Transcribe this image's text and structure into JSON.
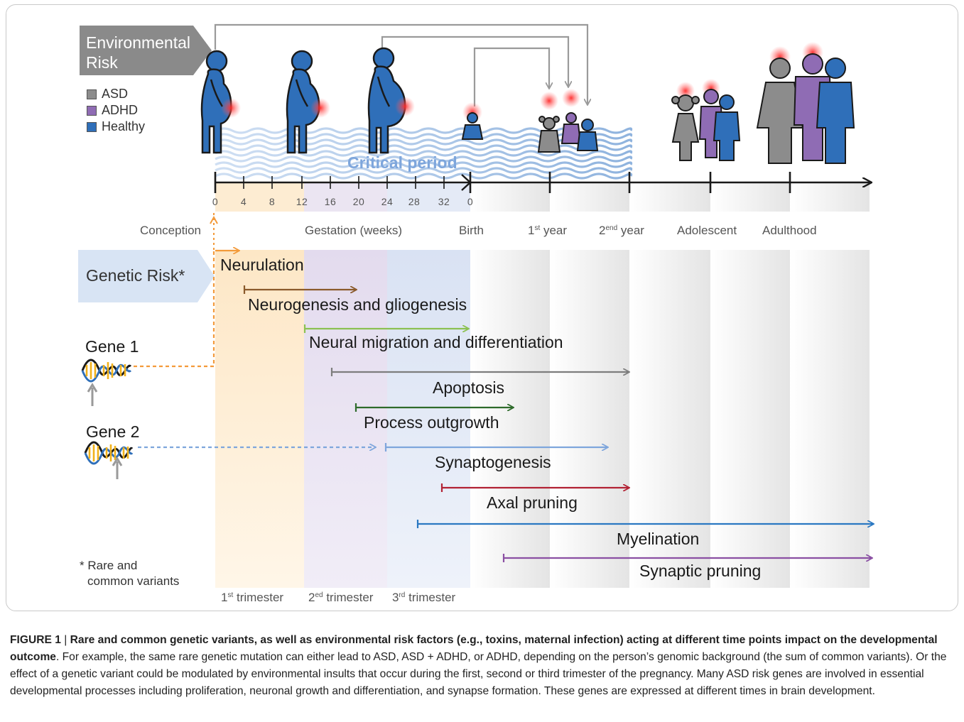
{
  "env_risk": {
    "line1": "Environmental",
    "line2": "Risk"
  },
  "legend": [
    {
      "label": "ASD",
      "color": "#8c8c8c"
    },
    {
      "label": "ADHD",
      "color": "#8f6cb4"
    },
    {
      "label": "Healthy",
      "color": "#2f6fb9"
    }
  ],
  "critical_period": "Critical period",
  "ticks": [
    "0",
    "4",
    "8",
    "12",
    "16",
    "20",
    "24",
    "28",
    "32",
    "0"
  ],
  "periods": {
    "conception": "Conception",
    "gestation": "Gestation (weeks)",
    "birth": "Birth",
    "first_year_sup": "st",
    "first_year": "1",
    "first_year_rest": " year",
    "second_year": "2",
    "second_year_sup": "end",
    "second_year_rest": " year",
    "adolescent": "Adolescent",
    "adulthood": "Adulthood"
  },
  "genetic_risk": "Genetic Risk*",
  "gene1": "Gene 1",
  "gene2": "Gene 2",
  "footnote": {
    "line1": "* Rare and",
    "line2": "common variants"
  },
  "processes": {
    "neurulation": "Neurulation",
    "neurogenesis": "Neurogenesis and gliogenesis",
    "migration": "Neural migration and differentiation",
    "apoptosis": "Apoptosis",
    "outgrowth": "Process outgrowth",
    "synaptogenesis": "Synaptogenesis",
    "axal_pruning": "Axal pruning",
    "myelination": "Myelination",
    "synaptic_pruning": "Synaptic pruning"
  },
  "trimesters": {
    "t1": "1",
    "t1_sup": "st",
    "t1_rest": " trimester",
    "t2": "2",
    "t2_sup": "ed",
    "t2_rest": " trimester",
    "t3": "3",
    "t3_sup": "rd",
    "t3_rest": " trimester"
  },
  "caption": {
    "label": "FIGURE 1",
    "separator": " | ",
    "bold_text": "Rare and common genetic variants, as well as environmental risk factors (e.g., toxins, maternal infection) acting at different time points impact on the developmental outcome",
    "body": ". For example, the same rare genetic mutation can either lead to ASD, ASD + ADHD, or ADHD, depending on the person’s genomic background (the sum of common variants). Or the effect of a genetic variant could be modulated by environmental insults that occur during the first, second or third trimester of the pregnancy. Many ASD risk genes are involved in essential developmental processes including proliferation, neuronal growth and differentiation, and synapse formation. These genes are expressed at different times in brain development."
  },
  "colors": {
    "arrow_grey": "#9a9a9a",
    "neurulation": "#f39a3a",
    "neurogenesis": "#8a5a2b",
    "migration": "#8cc152",
    "apoptosis": "#7d7d7d",
    "outgrowth": "#2e6b2b",
    "synaptogenesis": "#7ea6dc",
    "axal_pruning": "#b22234",
    "myelination": "#2a78c2",
    "synaptic_pruning": "#8a4fa3"
  }
}
